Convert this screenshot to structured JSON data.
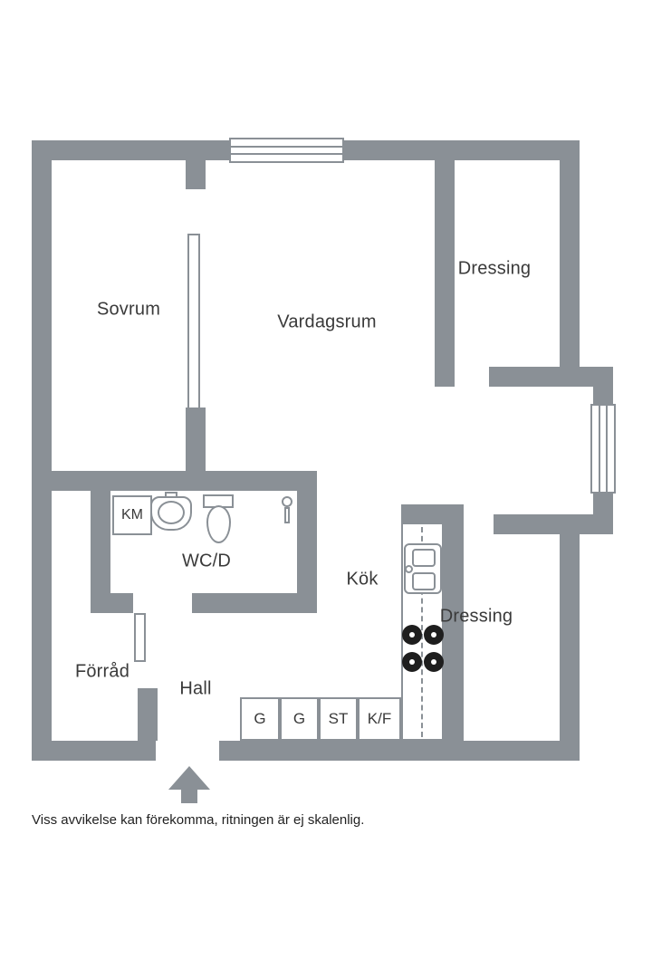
{
  "plan": {
    "disclaimer": "Viss avvikelse kan förekomma, ritningen är ej skalenlig.",
    "entrance_direction": "up"
  },
  "colors": {
    "wall": "#8a9096",
    "text": "#3a3a3a",
    "background": "#ffffff"
  },
  "rooms": [
    {
      "id": "sovrum",
      "label": "Sovrum"
    },
    {
      "id": "vardagsrum",
      "label": "Vardagsrum"
    },
    {
      "id": "dressing-top",
      "label": "Dressing"
    },
    {
      "id": "wc-d",
      "label": "WC/D"
    },
    {
      "id": "kok",
      "label": "Kök"
    },
    {
      "id": "dressing-right",
      "label": "Dressing"
    },
    {
      "id": "forrad",
      "label": "Förråd"
    },
    {
      "id": "hall",
      "label": "Hall"
    }
  ],
  "appliances": {
    "washing_machine_label": "KM",
    "counter_units": [
      "G",
      "G",
      "ST",
      "K/F"
    ]
  }
}
